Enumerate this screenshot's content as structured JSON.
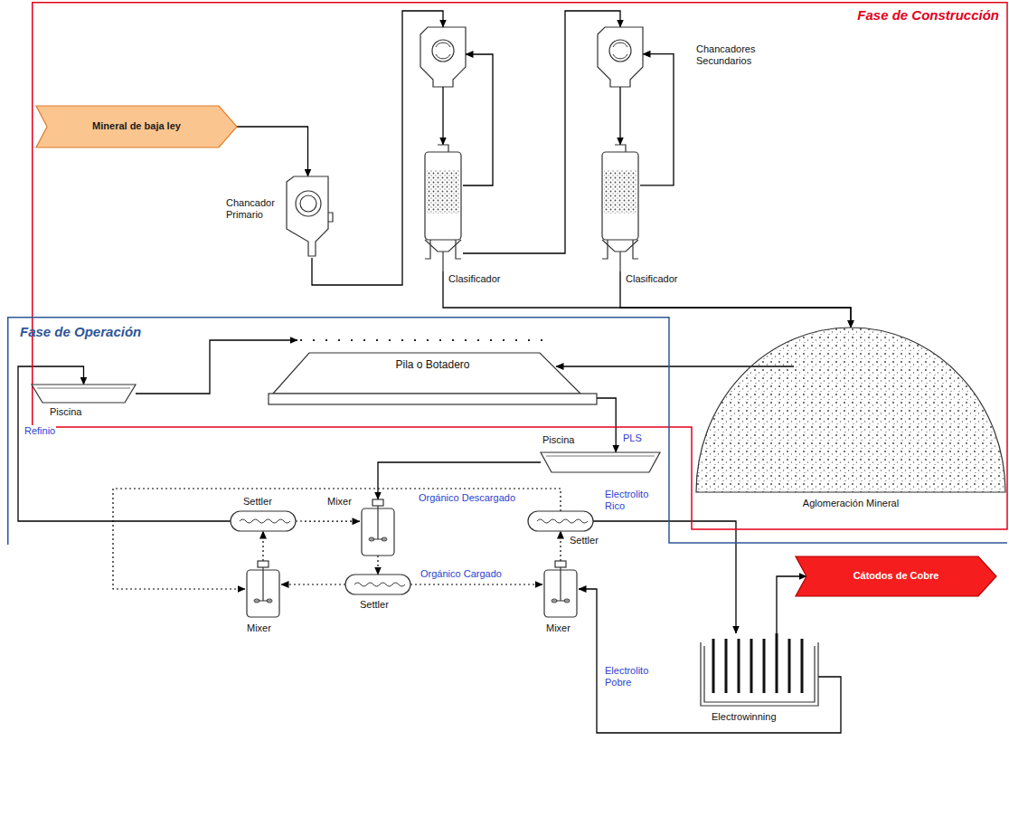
{
  "diagram": {
    "nodes": [
      {
        "text": [
          "Fase de Construcción"
        ]
      },
      {
        "text": [
          "Fase de Operación"
        ]
      },
      {
        "text": [
          "Mineral de baja ley"
        ],
        "in": 0
      },
      {
        "text": [
          "Chancador Primario"
        ],
        "in": 0
      },
      {
        "text": [
          "Chancadores Secundarios"
        ],
        "in": 0
      },
      {
        "text": [
          "Clasificador"
        ],
        "in": 0
      },
      {
        "text": [
          "Clasificador"
        ],
        "in": 0
      },
      {
        "text": [
          "Aglomeración Mineral"
        ],
        "in": 0
      },
      {
        "text": [
          "Pila o Botadero"
        ],
        "in": 1
      },
      {
        "text": [
          "Piscina"
        ],
        "in": 1
      },
      {
        "text": [
          "Piscina"
        ],
        "in": 1
      },
      {
        "text": [
          "Settler"
        ]
      },
      {
        "text": [
          "Mixer"
        ]
      },
      {
        "text": [
          "Settler"
        ]
      },
      {
        "text": [
          "Mixer"
        ]
      },
      {
        "text": [
          "Settler"
        ]
      },
      {
        "text": [
          "Mixer"
        ]
      },
      {
        "text": [
          "Cátodos de Cobre"
        ]
      },
      {
        "text": [
          "Electrowinning"
        ]
      }
    ],
    "edges": [
      {
        "from": 2,
        "to": 3,
        "arrow": "to"
      },
      {
        "from": 5,
        "to": 4,
        "arrow": "to"
      },
      {
        "from": 4,
        "to": 6,
        "arrow": "to"
      },
      {
        "from": 6,
        "to": 4,
        "arrow": "to"
      },
      {
        "from": 5,
        "to": 7,
        "arrow": "to"
      },
      {
        "from": 6,
        "to": 7,
        "arrow": "to"
      },
      {
        "from": 7,
        "to": 8,
        "arrow": "to"
      },
      {
        "from": 9,
        "to": 8,
        "arrow": "to"
      },
      {
        "from": 8,
        "to": 10,
        "label": "PLS",
        "arrow": "to"
      },
      {
        "from": 10,
        "to": 12,
        "arrow": "to"
      },
      {
        "from": 11,
        "to": 9,
        "label": "Refinio",
        "arrow": "to"
      },
      {
        "from": 11,
        "to": 12,
        "arrow": "to"
      },
      {
        "from": 12,
        "to": 15,
        "arrow": "to"
      },
      {
        "from": 15,
        "to": 14,
        "arrow": "to"
      },
      {
        "from": 14,
        "to": 11,
        "arrow": "to"
      },
      {
        "from": 15,
        "to": 16,
        "label": "Orgánico Cargado",
        "arrow": "to"
      },
      {
        "from": 16,
        "to": 13,
        "arrow": "to"
      },
      {
        "from": 13,
        "to": 14,
        "label": "Orgánico Descargado",
        "arrow": "to"
      },
      {
        "from": 13,
        "to": 18,
        "label": "Electrolito Rico",
        "arrow": "to"
      },
      {
        "from": 18,
        "to": 16,
        "label": "Electrolito Pobre",
        "arrow": "to"
      },
      {
        "from": 18,
        "to": 17,
        "arrow": "to"
      }
    ]
  }
}
